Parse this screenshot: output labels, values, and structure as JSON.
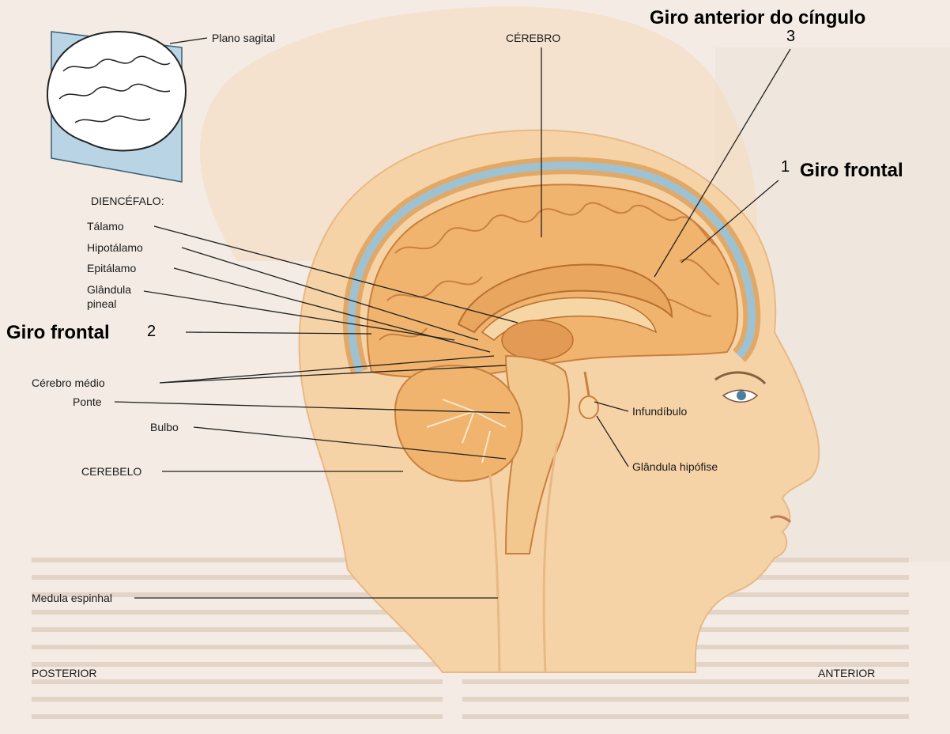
{
  "labels": {
    "plano_sagital": "Plano sagital",
    "cerebro": "CÉREBRO",
    "diencefalo": "DIENCÉFALO:",
    "talamo": "Tálamo",
    "hipotalamo": "Hipotálamo",
    "epitalamo": "Epitálamo",
    "glandula_pineal_1": "Glândula",
    "glandula_pineal_2": "pineal",
    "cerebro_medio": "Cérebro médio",
    "ponte": "Ponte",
    "bulbo": "Bulbo",
    "cerebelo": "CEREBELO",
    "infundibulo": "Infundíbulo",
    "glandula_hipofise": "Glândula hipófise",
    "medula_espinhal": "Medula espinhal",
    "posterior": "POSTERIOR",
    "anterior": "ANTERIOR"
  },
  "annotations": {
    "giro_anterior_cingulo": "Giro anterior do cíngulo",
    "num_3": "3",
    "giro_frontal_1": "Giro frontal",
    "num_1": "1",
    "giro_frontal_2": "Giro frontal",
    "num_2": "2"
  },
  "colors": {
    "background": "#f3ebe4",
    "skin": "#f6d3a6",
    "skin_edge": "#e9b886",
    "brain": "#f0b46e",
    "brain_dark": "#c9803e",
    "meninges": "#9fc2d2",
    "leader_line": "#222222"
  }
}
